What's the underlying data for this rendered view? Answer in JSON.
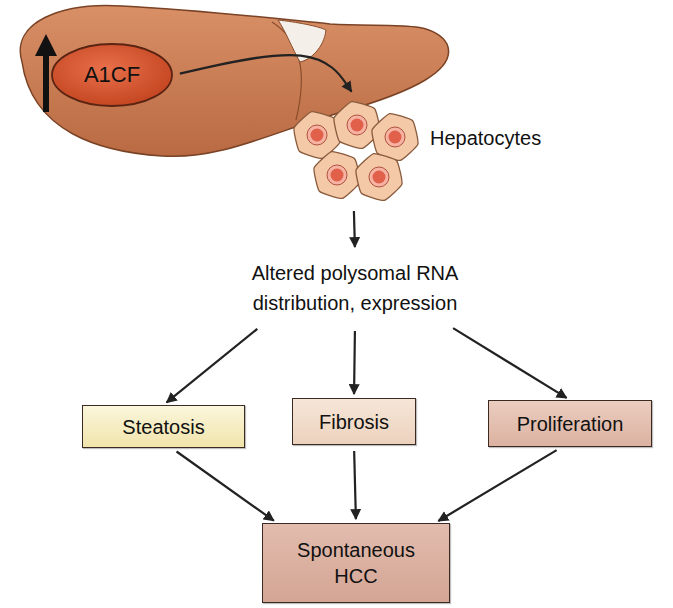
{
  "diagram": {
    "nodes": [
      {
        "text": [
          "A1CF"
        ]
      },
      {
        "text": [
          "Hepatocytes"
        ]
      },
      {
        "text": [
          "Altered polysomal RNA distribution, expression"
        ]
      },
      {
        "text": [
          "Steatosis"
        ]
      },
      {
        "text": [
          "Fibrosis"
        ]
      },
      {
        "text": [
          "Proliferation"
        ]
      },
      {
        "text": [
          "Spontaneous HCC"
        ]
      }
    ],
    "edges": [
      {
        "from": 0,
        "to": 1,
        "arrow": "to"
      },
      {
        "from": 1,
        "to": 2,
        "arrow": "to"
      },
      {
        "from": 2,
        "to": 3,
        "arrow": "to"
      },
      {
        "from": 2,
        "to": 4,
        "arrow": "to"
      },
      {
        "from": 2,
        "to": 5,
        "arrow": "to"
      },
      {
        "from": 3,
        "to": 6,
        "arrow": "to"
      },
      {
        "from": 4,
        "to": 6,
        "arrow": "to"
      },
      {
        "from": 5,
        "to": 6,
        "arrow": "to"
      }
    ]
  }
}
